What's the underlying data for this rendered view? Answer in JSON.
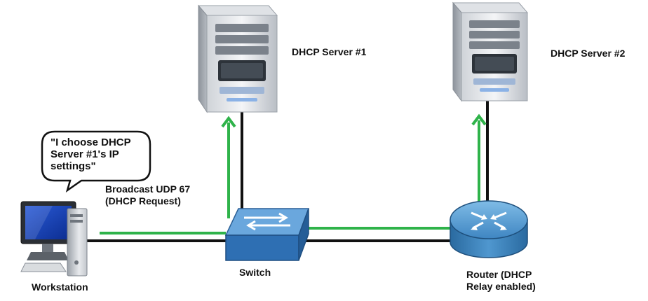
{
  "labels": {
    "server1": "DHCP Server #1",
    "server2": "DHCP Server #2",
    "broadcast_line1": "Broadcast UDP 67",
    "broadcast_line2": "(DHCP Request)",
    "workstation": "Workstation",
    "switch": "Switch",
    "router_line1": "Router (DHCP",
    "router_line2": "Relay enabled)"
  },
  "speech_bubble": {
    "line1": "\"I choose DHCP",
    "line2": "Server #1's IP",
    "line3": "settings\""
  },
  "colors": {
    "link": "#111111",
    "flow": "#2fb34a",
    "router": "#3a7fb5",
    "switch": "#2e6fb3"
  }
}
